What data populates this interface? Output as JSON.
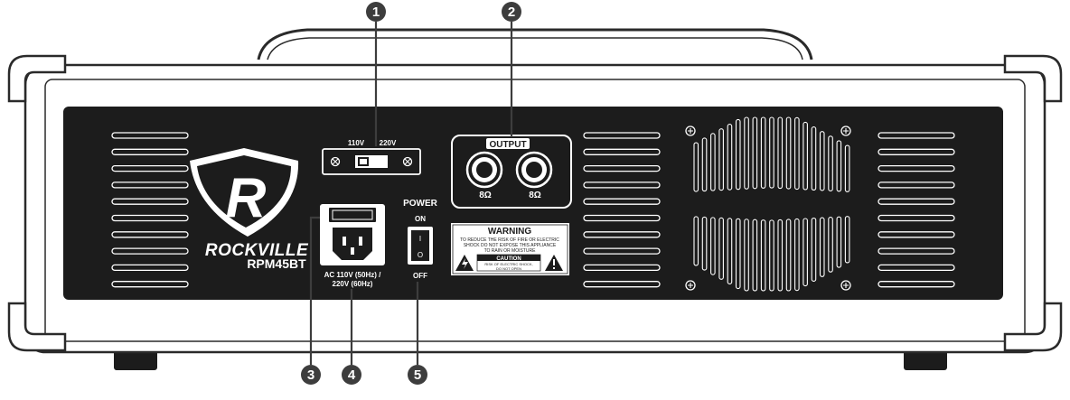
{
  "brand": {
    "name": "ROCKVILLE",
    "model": "RPM45BT"
  },
  "voltage_switch": {
    "label_left": "110V",
    "label_right": "220V"
  },
  "output_panel": {
    "title": "OUTPUT",
    "jacks": [
      {
        "impedance": "8Ω"
      },
      {
        "impedance": "8Ω"
      }
    ]
  },
  "power_switch": {
    "title": "POWER",
    "on_label": "ON",
    "off_label": "OFF",
    "on_symbol": "I",
    "off_symbol": "O"
  },
  "ac_inlet": {
    "rating_line1": "AC 110V (50Hz) /",
    "rating_line2": "220V (60Hz)"
  },
  "warning_label": {
    "title": "WARNING",
    "line1": "TO REDUCE THE RISK OF FIRE OR ELECTRIC",
    "line2": "SHOCK DO NOT EXPOSE THIS APPLIANCE",
    "line3": "TO RAIN OR MOISTURE",
    "caution_title": "CAUTION",
    "caution_line1": "RISK OF ELECTRIC SHOCK,",
    "caution_line2": "DO NOT OPEN"
  },
  "callouts": [
    "1",
    "2",
    "3",
    "4",
    "5"
  ],
  "colors": {
    "panel": "#1c1c1c",
    "outline": "#2a2a2a",
    "callout": "#3d3d3d",
    "label_text": "#ffffff"
  }
}
